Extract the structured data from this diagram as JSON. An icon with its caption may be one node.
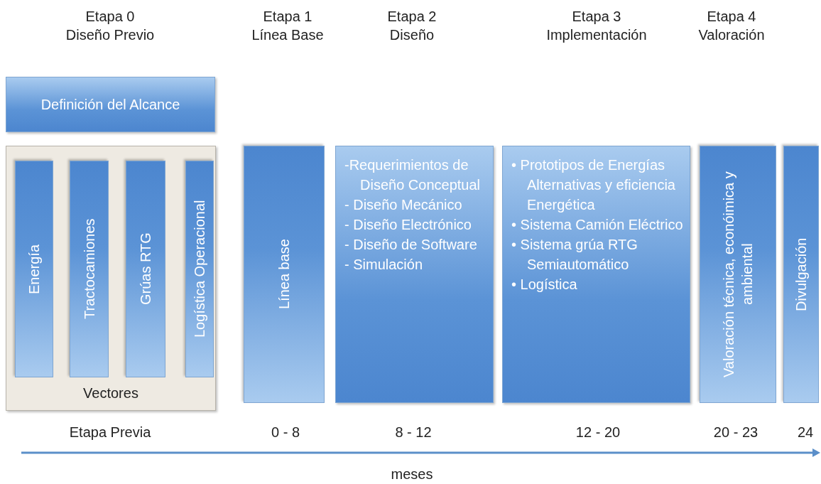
{
  "diagram": {
    "nodes": [
      {
        "text": [
          "Definición del Alcance"
        ]
      },
      {
        "text": [
          "Vectores"
        ]
      },
      {
        "text": [
          "Energía"
        ],
        "in": 1
      },
      {
        "text": [
          "Tractocamiones"
        ],
        "in": 1
      },
      {
        "text": [
          "Grúas RTG"
        ],
        "in": 1
      },
      {
        "text": [
          "Logística Operacional"
        ],
        "in": 1
      },
      {
        "text": [
          "Línea base"
        ]
      },
      {
        "text": [
          "-Requerimientos de Diseño Conceptual",
          "- Diseño Mecánico",
          "- Diseño Electrónico",
          "- Diseño de Software",
          "- Simulación"
        ]
      },
      {
        "text": [
          "• Prototipos de Energías Alternativas y eficiencia Energética",
          "• Sistema Camión Eléctrico",
          "• Sistema grúa RTG Semiautomático",
          "• Logística"
        ]
      },
      {
        "text": [
          "Valoración técnica, econóimica y ambiental"
        ]
      },
      {
        "text": [
          "Divulgación"
        ]
      }
    ],
    "edges": [],
    "labels": [
      "Etapa 0",
      "Diseño Previo",
      "Etapa 1",
      "Línea Base",
      "Etapa 2",
      "Diseño",
      "Etapa 3",
      "Implementación",
      "Etapa 4",
      "Valoración",
      "Etapa Previa",
      "0 - 8",
      "8 - 12",
      "12 - 20",
      "20 - 23",
      "24",
      "meses"
    ]
  }
}
